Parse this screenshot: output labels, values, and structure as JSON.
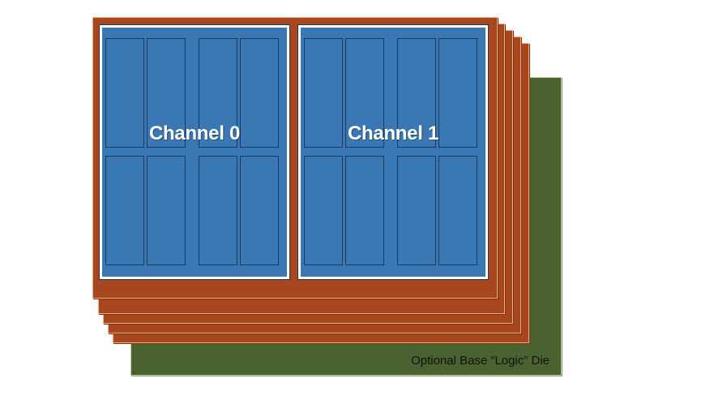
{
  "diagram": {
    "base_die": {
      "label": "Optional Base “Logic” Die",
      "color": "#4a6130"
    },
    "dram_die": {
      "color": "#a8461d",
      "edge_color": "#f0b089",
      "stack_count": 5
    },
    "channels": [
      {
        "label": "Channel 0"
      },
      {
        "label": "Channel 1"
      }
    ],
    "bank_color": "#3a78b5",
    "bank_count_per_channel": 8
  }
}
